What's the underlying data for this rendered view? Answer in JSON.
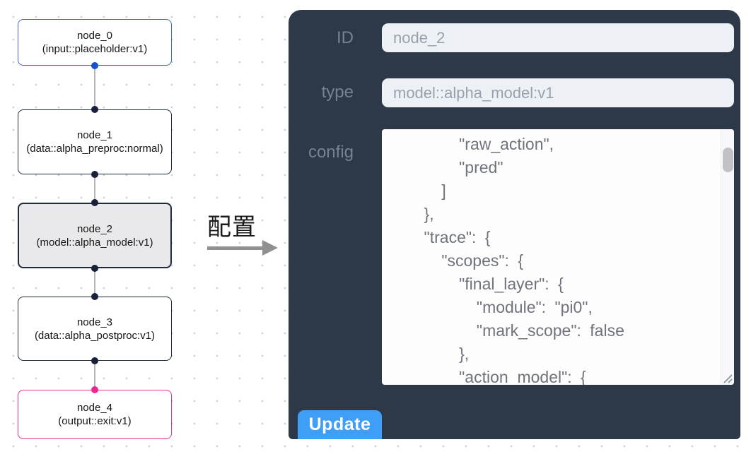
{
  "canvas": {
    "nodes": [
      {
        "id": "node_0",
        "label": "node_0",
        "sublabel": "(input::placeholder:v1)",
        "variant": "input"
      },
      {
        "id": "node_1",
        "label": "node_1",
        "sublabel": "(data::alpha_preproc:normal)",
        "variant": "default"
      },
      {
        "id": "node_2",
        "label": "node_2",
        "sublabel": "(model::alpha_model:v1)",
        "variant": "selected"
      },
      {
        "id": "node_3",
        "label": "node_3",
        "sublabel": "(data::alpha_postproc:v1)",
        "variant": "default"
      },
      {
        "id": "node_4",
        "label": "node_4",
        "sublabel": "(output::exit:v1)",
        "variant": "output"
      }
    ]
  },
  "annotation": {
    "label": "配置"
  },
  "panel": {
    "id_field": {
      "label": "ID",
      "value": "node_2"
    },
    "type_field": {
      "label": "type",
      "value": "model::alpha_model:v1"
    },
    "config_field": {
      "label": "config",
      "lines": [
        "        \"raw_action\",",
        "        \"pred\"",
        "      ]",
        "    },",
        "    \"trace\": {",
        "      \"scopes\": {",
        "        \"final_layer\": {",
        "          \"module\": \"pi0\",",
        "          \"mark_scope\": false",
        "        },",
        "        \"action_model\": {"
      ]
    },
    "update_label": "Update"
  },
  "colors": {
    "panel_bg": "#2d3949",
    "input_bg": "#edf0f5",
    "button_blue": "#3f9ef6",
    "node_input_border": "#3c69cd",
    "node_output_border": "#ee2e8e",
    "node_dark_border": "#202a3d",
    "selected_node_bg": "#e9e9eb",
    "handle_blue": "#1650d8",
    "handle_pink": "#f1258f",
    "handle_dark": "#19213a",
    "edge_gray": "#b4b4ba"
  }
}
